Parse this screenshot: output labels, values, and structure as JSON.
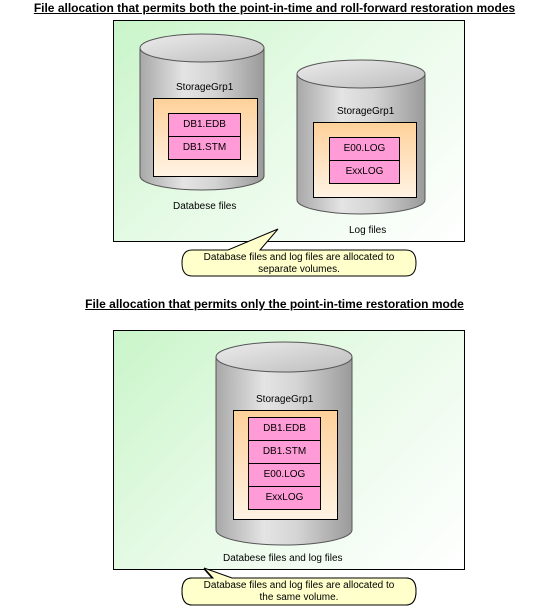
{
  "diagram1": {
    "title": "File allocation that permits both the point-in-time and roll-forward restoration modes",
    "cylinder_left": {
      "group_label": "StorageGrp1",
      "files": [
        "DB1.EDB",
        "DB1.STM"
      ],
      "caption": "Databese files"
    },
    "cylinder_right": {
      "group_label": "StorageGrp1",
      "files": [
        "E00.LOG",
        "ExxLOG"
      ],
      "caption": "Log files"
    },
    "callout": {
      "line1": "Database files and log files are allocated to",
      "line2": "separate volumes."
    }
  },
  "diagram2": {
    "title": "File allocation that permits only the point-in-time restoration mode",
    "cylinder": {
      "group_label": "StorageGrp1",
      "files": [
        "DB1.EDB",
        "DB1.STM",
        "E00.LOG",
        "ExxLOG"
      ],
      "caption": "Databese files and log files"
    },
    "callout": {
      "line1": "Database files and log files are allocated to",
      "line2": "the same volume."
    }
  },
  "colors": {
    "panel_green": "#c9f5c9",
    "file_pink": "#ff9bd6",
    "group_orange": "#ffd19a",
    "callout_yellow": "#ffffcc",
    "cylinder_gray": "#c8c8c8"
  }
}
